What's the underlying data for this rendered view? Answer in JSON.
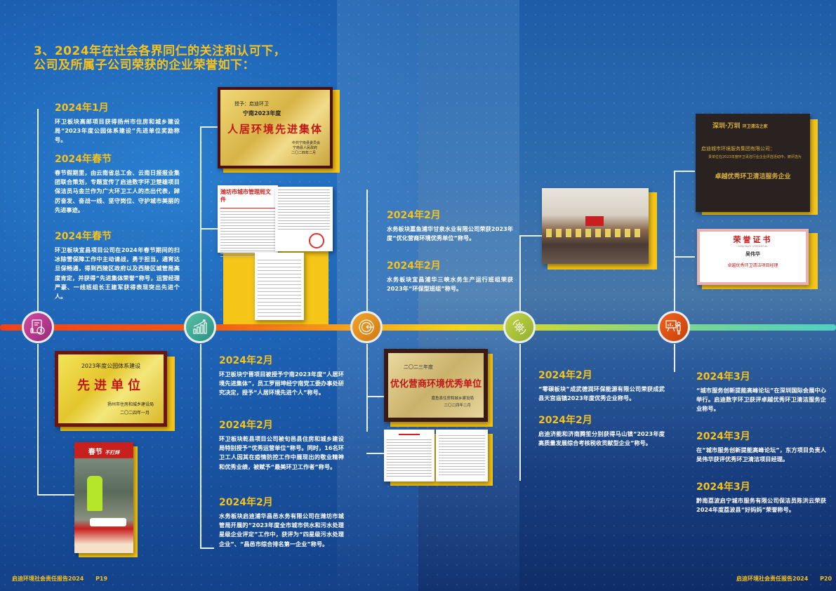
{
  "heading": {
    "line1": "3、2024年在社会各界同仁的关注和认可下，",
    "line2": "公司及所属子公司荣获的企业荣誉如下："
  },
  "timeline": {
    "nodes": [
      {
        "icon": "document-clock-icon",
        "color": "#c2358f"
      },
      {
        "icon": "growth-chart-icon",
        "color": "#3fae98"
      },
      {
        "icon": "target-arrow-icon",
        "color": "#e89520"
      },
      {
        "icon": "gear-cycle-icon",
        "color": "#a9c23a"
      },
      {
        "icon": "presentation-icon",
        "color": "#e0520f"
      }
    ]
  },
  "col1": {
    "entries": [
      {
        "date": "2024年1月",
        "text": "环卫板块高邮项目获得扬州市住房和城乡建设局“2023年度公园体系建设”先进单位奖励称号。"
      },
      {
        "date": "2024年春节",
        "text": "春节假期里，由云南省总工会、云南日报报业集团联合策划，专题宣传了启迪数字环卫楚雄项目保洁员马金兰作为广大环卫工人的杰出代表，踔厉奋发、奋战一线、坚守岗位、守护城市美丽的先进事迹。"
      },
      {
        "date": "2024年春节",
        "text": "环卫板块宜昌项目公司在2024年春节期间的扫冰除雪保障工作中主动请战，勇于担当，通宵达旦保畅通，得到西陵区政府以及西陵区城管局高度肯定，并获得“先进集体荣誉”称号，运营经理严豪、一线班组长王建军获得表现突出先进个人。"
      }
    ],
    "plaque": {
      "subtitle": "2023年度公园体系建设",
      "title": "先进单位",
      "issuer": "扬州市住房和城乡建设局",
      "date": "二〇二四年一月"
    },
    "poster": {
      "title": "春节",
      "subtitle": "不打烊"
    }
  },
  "col2": {
    "plaque": {
      "grant": "授予：启迪环卫",
      "year": "宁南2023年度",
      "title": "人居环境先进集体",
      "issuer1": "中共宁南县委员会",
      "issuer2": "宁南县人民政府",
      "date": "二〇二四年二月"
    },
    "document": {
      "header": "潍坊市城市管理局文件"
    },
    "entries": [
      {
        "date": "2024年2月",
        "text": "环卫板块宁晋项目被授予宁南2023年度“人居环境先进集体”，员工罗丽坤经宁南党工委办事处研究决定，授予“人居环境先进个人”称号。"
      },
      {
        "date": "2024年2月",
        "text": "环卫板块乾县项目公司被旬邑县住房和城乡建设局特别授予“优秀运营单位”称号。同时，16名环卫工人因其在疫情防控工作中展现出的敬业精神和优秀业绩，被赋予“最美环卫工作者”称号。"
      },
      {
        "date": "2024年2月",
        "text": "水务板块启迪浦华昌邑水务有限公司在潍坊市城管局开展的“2023年度全市城市供水和污水处理星级企业评定”工作中，获评为“四星级污水处理企业”、“昌邑市综合排名第一企业”称号。"
      }
    ]
  },
  "col3": {
    "entries": [
      {
        "date": "2024年2月",
        "text": "水务板块嘉鱼浦华甘泉水业有限公司荣获2023年度“优化营商环境优秀单位”称号。"
      },
      {
        "date": "2024年2月",
        "text": "水务板块宜昌浦华三峡水务生产运行班组荣获2023年“环保型班组”称号。"
      }
    ],
    "plaque": {
      "year": "二〇二三年度",
      "title": "优化营商环境优秀单位",
      "issuer": "嘉鱼县住房和城乡建设局",
      "date": "二〇二四年二月"
    }
  },
  "col4": {
    "entries": [
      {
        "date": "2024年2月",
        "text": "“零碳板块”成武德润环保能源有限公司荣获成武县天宫庙镇2023年度优秀企业称号。"
      },
      {
        "date": "2024年2月",
        "text": "启迪济能和济南腾笙分别获得马山镇“2023年度高质量发展综合考核税收贡献型企业”称号。"
      }
    ]
  },
  "col5": {
    "plaque": {
      "brand": "深圳·万圳",
      "brand_sub": "环卫清洁之家",
      "company": "启迪城市环境服务集团有限公司：",
      "body": "贵单位在2023年度环卫清洁行业企业评选活动中，被评选为",
      "title": "卓越优秀环卫清洁服务企业"
    },
    "certificate": {
      "title": "荣誉证书",
      "subtitle": "HONORARY CREDENTIAL",
      "name": "吴伟华",
      "award": "卓越优秀环卫清洁项目经理"
    },
    "entries": [
      {
        "date": "2024年3月",
        "text": "“城市服务创新提能高峰论坛”在深圳国际会展中心举行。启迪数字环卫获评卓越优秀环卫清洁服务企业称号。"
      },
      {
        "date": "2024年3月",
        "text": "在“城市服务创新提能高峰论坛”，东方项目负责人吴伟华获评优秀环卫清洁项目经理。"
      },
      {
        "date": "2024年3月",
        "text": "黔南荔波启宁城市服务有限公司保洁员陈洪云荣获2024年度荔波县“好妈妈”荣誉称号。"
      }
    ]
  },
  "footer": {
    "left": "启迪环境社会责任报告2024",
    "left_page": "P19",
    "right": "启迪环境社会责任报告2024",
    "right_page": "P20"
  },
  "colors": {
    "accent": "#f7c21b",
    "bg": "#1c5eb0"
  }
}
